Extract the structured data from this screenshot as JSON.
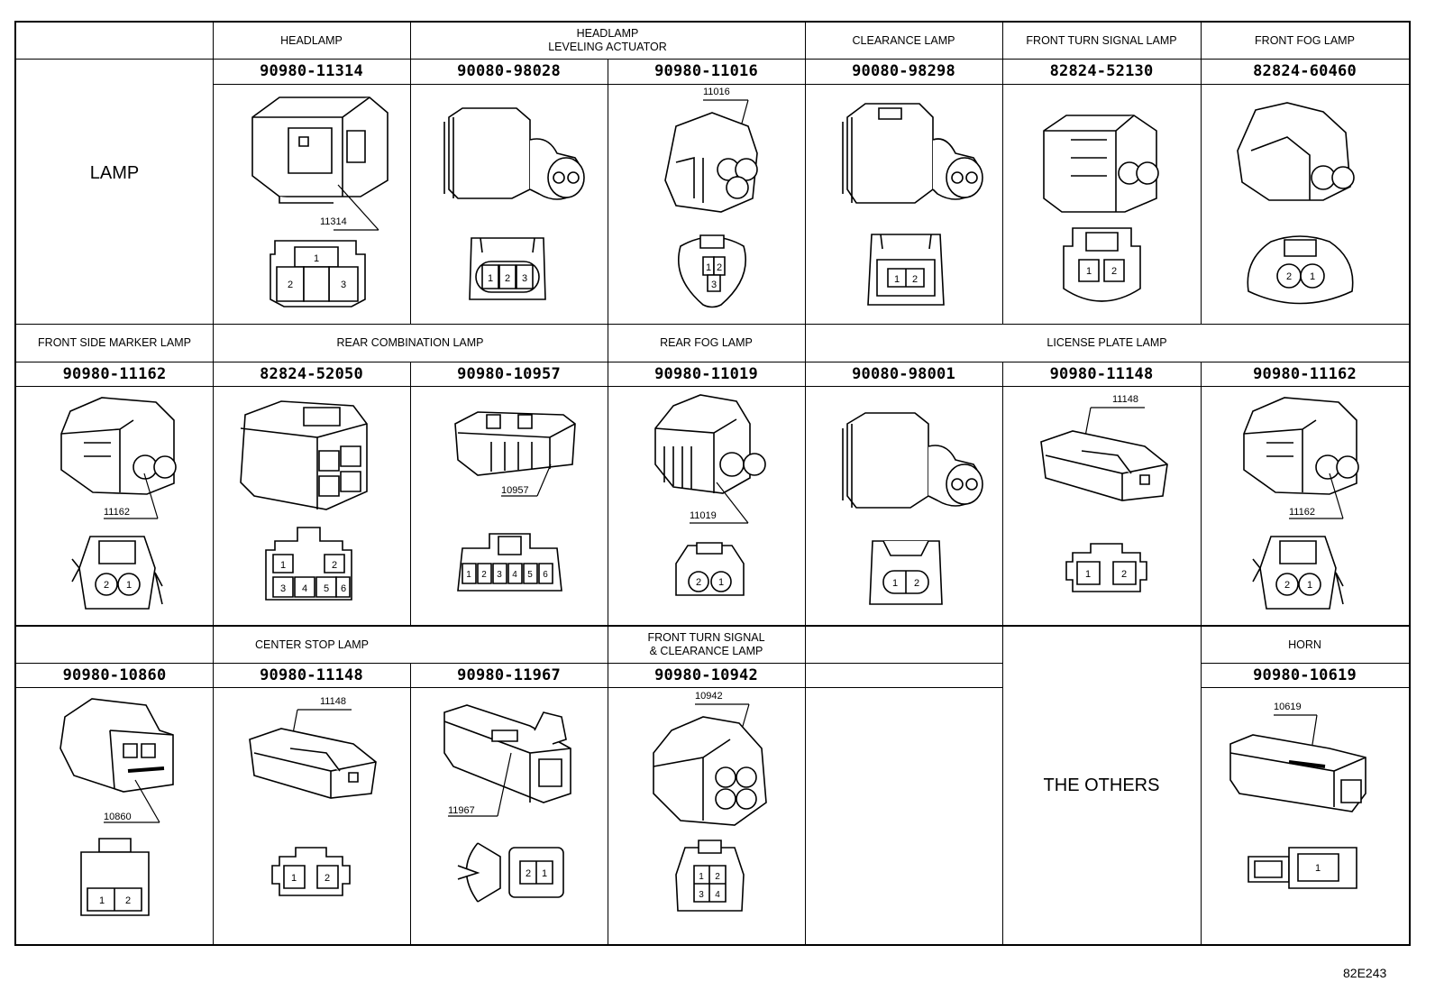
{
  "doc_id": "82E243",
  "rows": [
    {
      "sections": [
        {
          "id": "lamp",
          "label": "LAMP"
        },
        {
          "id": "headlamp",
          "label": "HEADLAMP"
        },
        {
          "id": "leveling",
          "label": "HEADLAMP\nLEVELING ACTUATOR"
        },
        {
          "id": "clearance",
          "label": "CLEARANCE LAMP"
        },
        {
          "id": "fts",
          "label": "FRONT TURN SIGNAL LAMP"
        },
        {
          "id": "fog",
          "label": "FRONT FOG LAMP"
        }
      ],
      "parts": [
        {
          "pn": "90980-11314",
          "callout": "11314",
          "pins": [
            "1",
            "2",
            "3"
          ]
        },
        {
          "pn": "90080-98028",
          "callout": "",
          "pins": [
            "1",
            "2",
            "3"
          ]
        },
        {
          "pn": "90980-11016",
          "callout": "11016",
          "pins": [
            "1",
            "2",
            "3"
          ]
        },
        {
          "pn": "90080-98298",
          "callout": "",
          "pins": [
            "1",
            "2"
          ]
        },
        {
          "pn": "82824-52130",
          "callout": "",
          "pins": [
            "1",
            "2"
          ]
        },
        {
          "pn": "82824-60460",
          "callout": "",
          "pins": [
            "2",
            "1"
          ]
        }
      ]
    },
    {
      "sections": [
        {
          "id": "fsm",
          "label": "FRONT SIDE MARKER LAMP"
        },
        {
          "id": "rcl",
          "label": "REAR COMBINATION LAMP"
        },
        {
          "id": "rfl",
          "label": "REAR FOG LAMP"
        },
        {
          "id": "lpl",
          "label": "LICENSE PLATE LAMP"
        }
      ],
      "parts": [
        {
          "pn": "90980-11162",
          "callout": "11162",
          "pins": [
            "2",
            "1"
          ]
        },
        {
          "pn": "82824-52050",
          "callout": "",
          "pins": [
            "1",
            "2",
            "3",
            "4",
            "5",
            "6"
          ]
        },
        {
          "pn": "90980-10957",
          "callout": "10957",
          "pins": [
            "1",
            "2",
            "3",
            "4",
            "5",
            "6"
          ]
        },
        {
          "pn": "90980-11019",
          "callout": "11019",
          "pins": [
            "2",
            "1"
          ]
        },
        {
          "pn": "90080-98001",
          "callout": "",
          "pins": [
            "1",
            "2"
          ]
        },
        {
          "pn": "90980-11148",
          "callout": "11148",
          "pins": [
            "1",
            "2"
          ]
        },
        {
          "pn": "90980-11162",
          "callout": "11162",
          "pins": [
            "2",
            "1"
          ]
        }
      ]
    },
    {
      "sections": [
        {
          "id": "csl",
          "label": "CENTER STOP LAMP"
        },
        {
          "id": "ftscl",
          "label": "FRONT TURN SIGNAL\n& CLEARANCE LAMP"
        },
        {
          "id": "empty",
          "label": ""
        },
        {
          "id": "others",
          "label": "THE OTHERS"
        },
        {
          "id": "horn",
          "label": "HORN"
        }
      ],
      "parts": [
        {
          "pn": "90980-10860",
          "callout": "10860",
          "pins": [
            "1",
            "2"
          ]
        },
        {
          "pn": "90980-11148",
          "callout": "11148",
          "pins": [
            "1",
            "2"
          ]
        },
        {
          "pn": "90980-11967",
          "callout": "11967",
          "pins": [
            "2",
            "1"
          ]
        },
        {
          "pn": "90980-10942",
          "callout": "10942",
          "pins": [
            "1",
            "2",
            "3",
            "4"
          ]
        },
        {
          "pn": "90980-10619",
          "callout": "10619",
          "pins": [
            "1"
          ]
        }
      ]
    }
  ]
}
